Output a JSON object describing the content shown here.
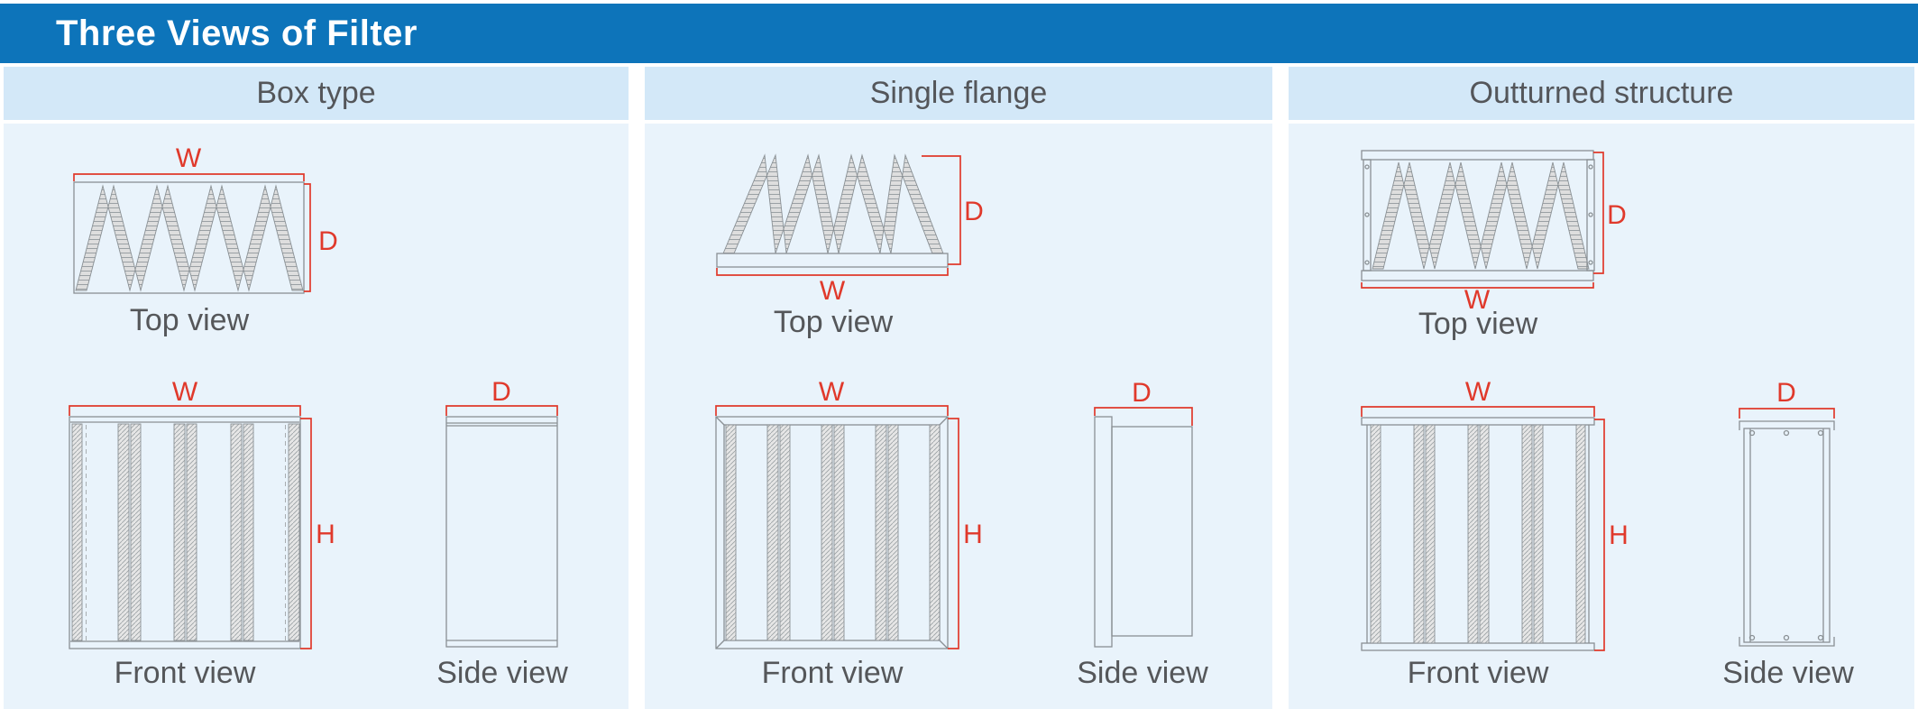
{
  "title": "Three Views of Filter",
  "columns": [
    {
      "header": "Box type",
      "top": {
        "caption": "Top view",
        "w": "W",
        "d": "D"
      },
      "front": {
        "caption": "Front view",
        "w": "W",
        "h": "H"
      },
      "side": {
        "caption": "Side view",
        "d": "D"
      }
    },
    {
      "header": "Single flange",
      "top": {
        "caption": "Top view",
        "w": "W",
        "d": "D"
      },
      "front": {
        "caption": "Front view",
        "w": "W",
        "h": "H"
      },
      "side": {
        "caption": "Side view",
        "d": "D"
      }
    },
    {
      "header": "Outturned structure",
      "top": {
        "caption": "Top view",
        "w": "W",
        "d": "D"
      },
      "front": {
        "caption": "Front view",
        "w": "W",
        "h": "H"
      },
      "side": {
        "caption": "Side view",
        "d": "D"
      }
    }
  ],
  "colors": {
    "title_bar": "#0d74ba",
    "title_text": "#ffffff",
    "header_band": "#d3e8f8",
    "panel": "#e9f3fb",
    "dimension_red": "#e0392b",
    "drawing_line": "#8a9094",
    "caption_text": "#55575a"
  }
}
